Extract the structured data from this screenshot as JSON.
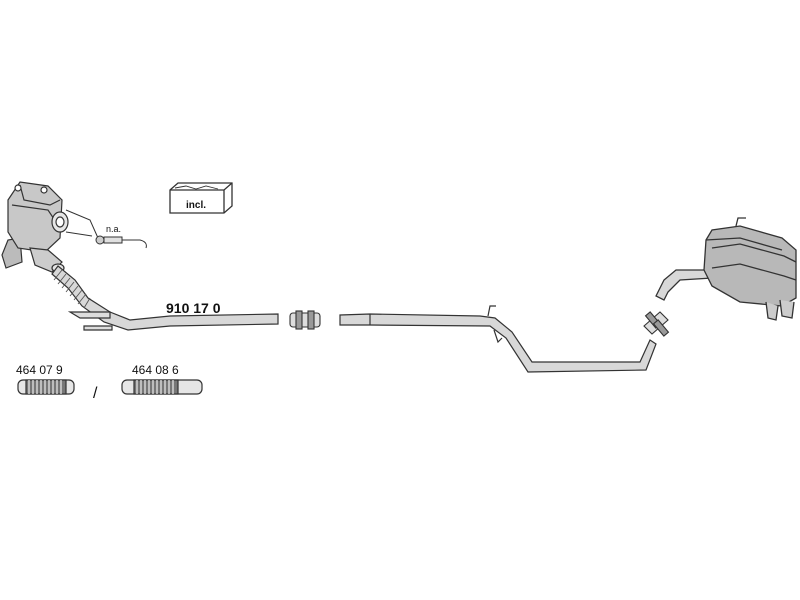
{
  "labels": {
    "main_pipe_number": "910 17 0",
    "flex_pipe_a_number": "464 07 9",
    "flex_pipe_b_number": "464 08 6",
    "separator": "/",
    "kit_label": "incl.",
    "sensor_label": "n.a."
  },
  "colors": {
    "line": "#333333",
    "pipe_fill": "#d8d8d8",
    "muffler_fill": "#b8b8b8",
    "cat_fill": "#c8c8c8"
  }
}
